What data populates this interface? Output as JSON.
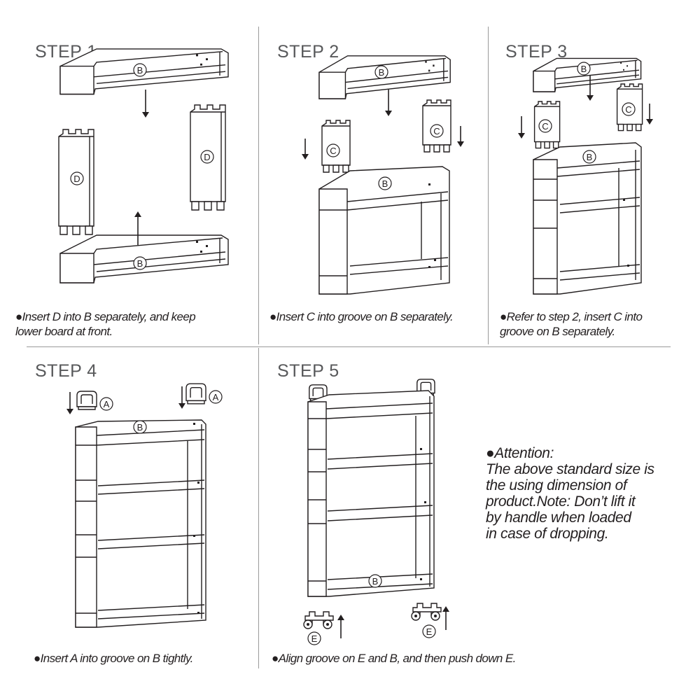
{
  "steps": [
    {
      "title": "STEP 1",
      "caption": [
        "●Insert D into B separately, and keep",
        "lower board at front."
      ]
    },
    {
      "title": "STEP 2",
      "caption": [
        "●Insert C into groove on B separately."
      ]
    },
    {
      "title": "STEP 3",
      "caption": [
        "●Refer to step 2, insert C into",
        "groove on B separately."
      ]
    },
    {
      "title": "STEP 4",
      "caption": [
        "●Insert A into groove on B tightly."
      ]
    },
    {
      "title": "STEP 5",
      "caption": [
        "●Align groove on E and B, and then push down E."
      ]
    }
  ],
  "attention": {
    "heading": "●Attention:",
    "lines": [
      "The above standard size is",
      "the using dimension of",
      "product.Note: Don’t lift it",
      "by handle when loaded",
      "in case of dropping."
    ]
  },
  "part_labels": {
    "A": "A",
    "B": "B",
    "C": "C",
    "D": "D",
    "E": "E"
  },
  "colors": {
    "line": "#231f20",
    "title": "#58595b",
    "divider": "#9a9a9a"
  }
}
